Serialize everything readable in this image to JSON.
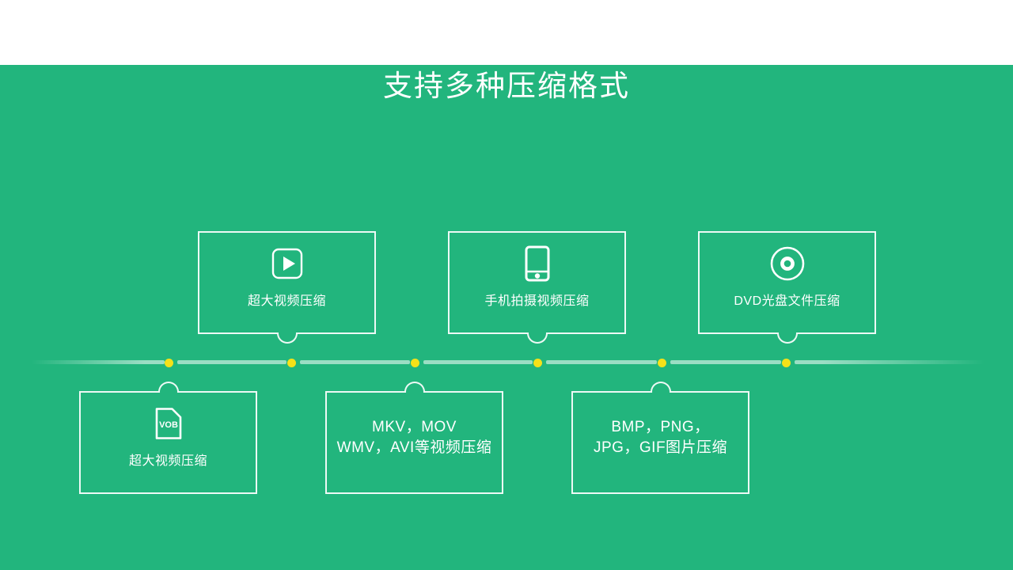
{
  "slide": {
    "title": "支持多种压缩格式",
    "background_color": "#22b57d",
    "top_band_color": "#ffffff",
    "accent_dot_color": "#f5e119",
    "text_color": "#ffffff"
  },
  "timeline": {
    "dot_count": 6,
    "dots_x": [
      213,
      368,
      524,
      679,
      836,
      993
    ]
  },
  "cards": [
    {
      "id": "card-1",
      "icon": "play-icon",
      "label": "超大视频压缩",
      "label_2": "",
      "row": "top",
      "notch": "bottom"
    },
    {
      "id": "card-2",
      "icon": "mobile-phone-icon",
      "label": "手机拍摄视频压缩",
      "label_2": "",
      "row": "top",
      "notch": "bottom"
    },
    {
      "id": "card-3",
      "icon": "disc-icon",
      "label": "DVD光盘文件压缩",
      "label_2": "",
      "row": "top",
      "notch": "bottom"
    },
    {
      "id": "card-4",
      "icon": "vob-file-icon",
      "icon_text": "VOB",
      "label": "超大视频压缩",
      "label_2": "",
      "row": "bottom",
      "notch": "top"
    },
    {
      "id": "card-5",
      "icon": "",
      "label": "MKV，MOV",
      "label_2": "WMV，AVI等视频压缩",
      "row": "bottom",
      "notch": "top"
    },
    {
      "id": "card-6",
      "icon": "",
      "label": "BMP，PNG，",
      "label_2": "JPG，GIF图片压缩",
      "row": "bottom",
      "notch": "top"
    }
  ]
}
